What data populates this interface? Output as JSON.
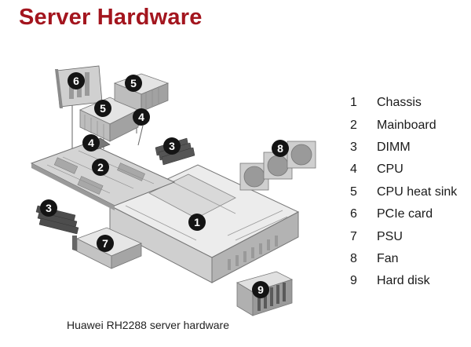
{
  "title": "Server Hardware",
  "caption": "Huawei RH2288 server hardware",
  "legend": [
    {
      "num": "1",
      "label": "Chassis"
    },
    {
      "num": "2",
      "label": "Mainboard"
    },
    {
      "num": "3",
      "label": "DIMM"
    },
    {
      "num": "4",
      "label": "CPU"
    },
    {
      "num": "5",
      "label": "CPU heat sink"
    },
    {
      "num": "6",
      "label": "PCIe card"
    },
    {
      "num": "7",
      "label": "PSU"
    },
    {
      "num": "8",
      "label": "Fan"
    },
    {
      "num": "9",
      "label": "Hard disk"
    }
  ],
  "callouts": {
    "chassis": "1",
    "mainboard": "2",
    "dimm_a": "3",
    "dimm_b": "3",
    "cpu_a": "4",
    "cpu_b": "4",
    "heatsink_a": "5",
    "heatsink_b": "5",
    "pcie": "6",
    "psu": "7",
    "fan": "8",
    "hdd": "9"
  },
  "colors": {
    "title": "#a3151e",
    "badge": "#141414",
    "metal_light": "#e6e6e6",
    "metal_mid": "#c4c4c4",
    "metal_dark": "#8c8c8c"
  }
}
